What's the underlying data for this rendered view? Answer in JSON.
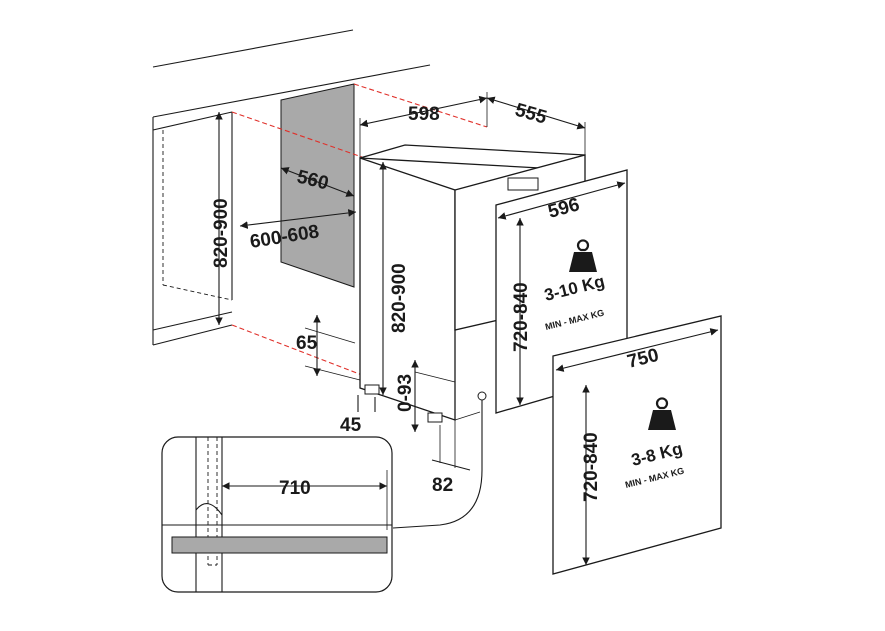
{
  "dimensions": {
    "niche_height": "820-900",
    "niche_depth": "600-608",
    "niche_inner": "560",
    "appliance_width": "598",
    "appliance_depth": "555",
    "appliance_height": "820-900",
    "plinth_height": "65",
    "plinth_offset": "45",
    "foot_adjust": "0-93",
    "foot_depth": "82",
    "door_width": "596",
    "door_height": "720-840",
    "big_door_width": "750",
    "big_door_height": "720-840",
    "detail_width": "710"
  },
  "door_small": {
    "weight": "3-10 Kg",
    "caption": "MIN - MAX KG"
  },
  "door_large": {
    "weight": "3-8 Kg",
    "caption": "MIN - MAX KG"
  },
  "icons": [
    "weight-icon"
  ],
  "colors": {
    "guide_red": "#e0302a",
    "line": "#1a1a1a",
    "panel_grey": "#a9a9a9"
  }
}
